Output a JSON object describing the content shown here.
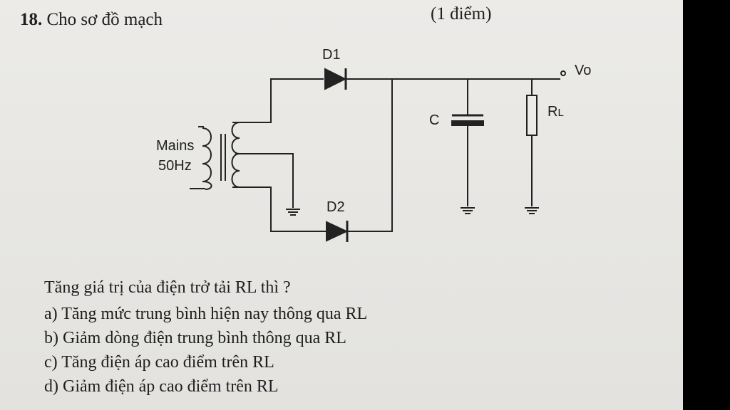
{
  "question": {
    "number": "18.",
    "title": "Cho sơ đồ mạch",
    "points": "(1 điểm)",
    "prompt": "Tăng giá trị của điện trở tải RL thì ?",
    "options": [
      "a) Tăng mức trung bình hiện nay thông qua RL",
      "b) Giảm dòng điện trung bình thông qua RL",
      "c) Tăng điện áp cao điểm trên RL",
      "d) Giảm điện áp cao điểm trên RL"
    ]
  },
  "circuit": {
    "mains_label": "Mains",
    "freq_label": "50Hz",
    "diode1_label": "D1",
    "diode2_label": "D2",
    "capacitor_label": "C",
    "resistor_label": "R",
    "resistor_subscript": "L",
    "output_label": "Vo"
  }
}
